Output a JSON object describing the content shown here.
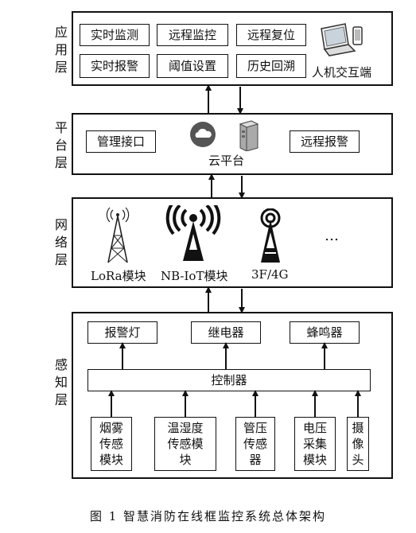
{
  "app_layer": {
    "label": "应用层",
    "row1": [
      "实时监测",
      "远程监控",
      "远程复位"
    ],
    "row2": [
      "实时报警",
      "阈值设置",
      "历史回溯"
    ],
    "device_label": "人机交互端",
    "device_icon": "laptop-phone-icon"
  },
  "platform_layer": {
    "label": "平台层",
    "left_box": "管理接口",
    "right_box": "远程报警",
    "cloud_label": "云平台",
    "cloud_icon": "cloud-icon",
    "server_icon": "server-icon"
  },
  "network_layer": {
    "label": "网络层",
    "modules": [
      "LoRa模块",
      "NB-IoT模块",
      "3F/4G"
    ],
    "ellipsis": "…",
    "tower_icon": "antenna-tower-icon"
  },
  "sensing_layer": {
    "label": "感知层",
    "outputs": [
      "报警灯",
      "继电器",
      "蜂鸣器"
    ],
    "controller": "控制器",
    "sensors": [
      "烟雾传感模块",
      "温湿度传感模块",
      "管压传感器",
      "电压采集模块",
      "摄像头"
    ]
  },
  "caption": "图 1   智慧消防在线框监控系统总体架构"
}
